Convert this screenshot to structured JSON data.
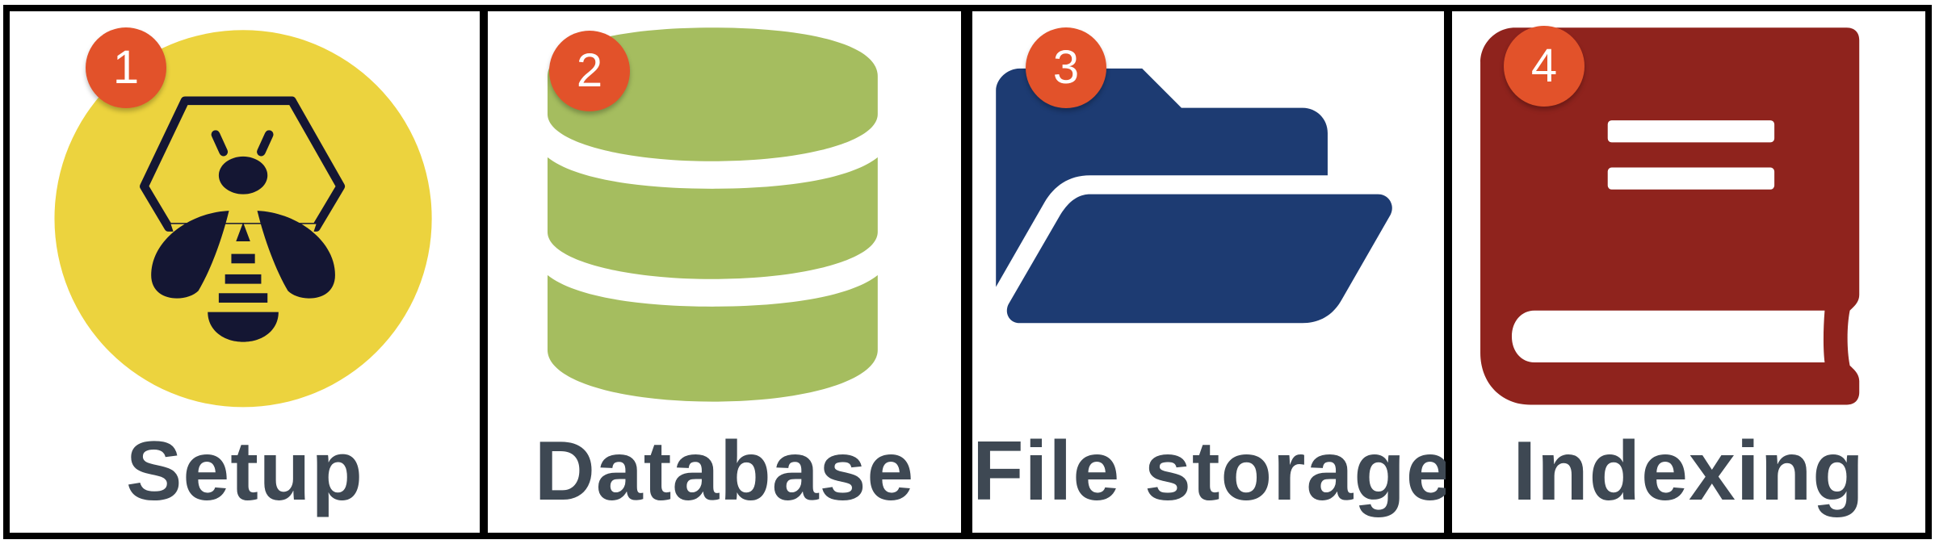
{
  "steps": [
    {
      "number": "1",
      "label": "Setup",
      "icon": "bee-icon",
      "color": "#ecd33e"
    },
    {
      "number": "2",
      "label": "Database",
      "icon": "database-icon",
      "color": "#a5bd5f"
    },
    {
      "number": "3",
      "label": "File storage",
      "icon": "folder-icon",
      "color": "#1d3b72"
    },
    {
      "number": "4",
      "label": "Indexing",
      "icon": "book-icon",
      "color": "#8f231d"
    }
  ],
  "colors": {
    "badge": "#e2522a",
    "label_text": "#3e4853",
    "border": "#000000"
  }
}
